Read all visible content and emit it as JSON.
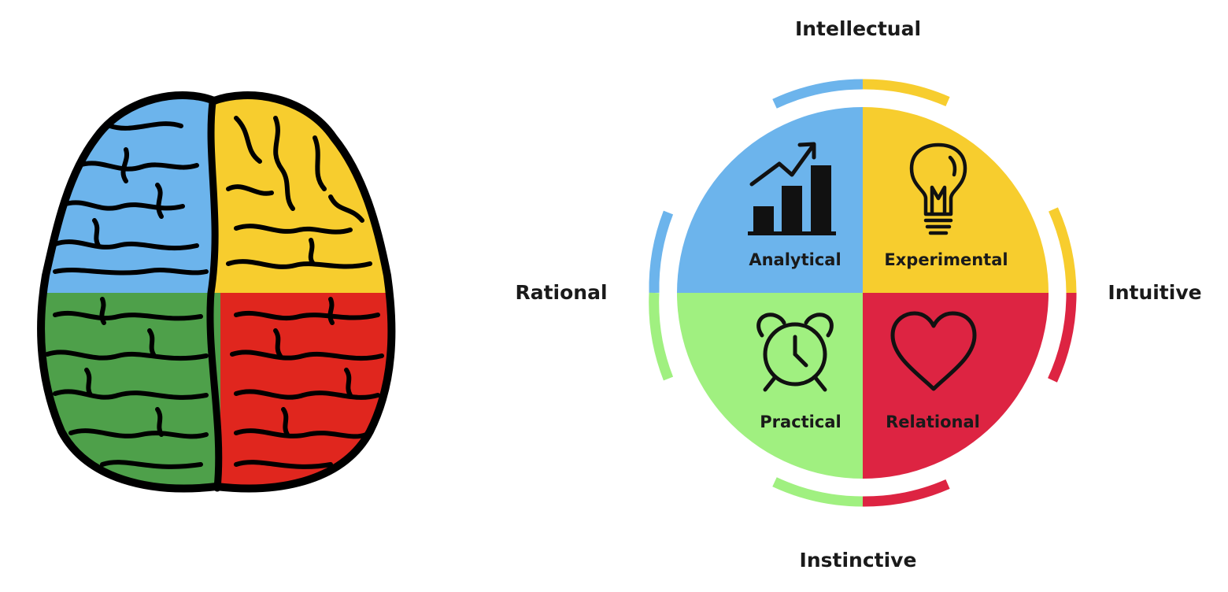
{
  "axes": {
    "top": "Intellectual",
    "bottom": "Instinctive",
    "left": "Rational",
    "right": "Intuitive"
  },
  "quadrants": {
    "top_left": {
      "label": "Analytical",
      "icon": "bar-chart-growth-icon",
      "color": "#6cb4ec"
    },
    "top_right": {
      "label": "Experimental",
      "icon": "lightbulb-icon",
      "color": "#f7cd2e"
    },
    "bottom_left": {
      "label": "Practical",
      "icon": "alarm-clock-icon",
      "color": "#a0f080"
    },
    "bottom_right": {
      "label": "Relational",
      "icon": "heart-icon",
      "color": "#dd2442"
    }
  },
  "brain": {
    "icon": "brain-icon",
    "colors": {
      "top_left": "#6cb4ec",
      "top_right": "#f7cd2e",
      "bottom_left": "#4ea04a",
      "bottom_right": "#e0261e"
    }
  }
}
